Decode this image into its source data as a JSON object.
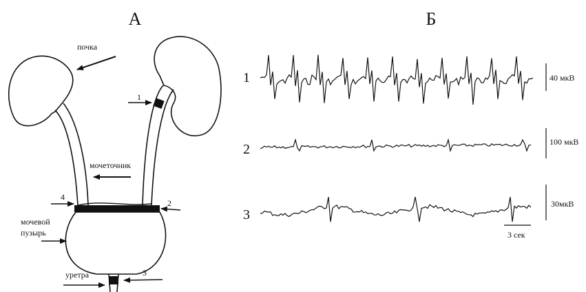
{
  "panel_a": {
    "title": "А",
    "labels": {
      "kidney": "почка",
      "ureter": "мочеточник",
      "bladder_line1": "мочевой",
      "bladder_line2": "пузырь",
      "urethra": "уретра"
    },
    "site_numbers": [
      "1",
      "2",
      "3",
      "4"
    ]
  },
  "panel_b": {
    "title": "Б",
    "traces": [
      {
        "number": "1",
        "scale": "40 мкВ"
      },
      {
        "number": "2",
        "scale": "100 мкВ"
      },
      {
        "number": "3",
        "scale": "30мкВ"
      }
    ],
    "time_scale": "3 сек"
  }
}
